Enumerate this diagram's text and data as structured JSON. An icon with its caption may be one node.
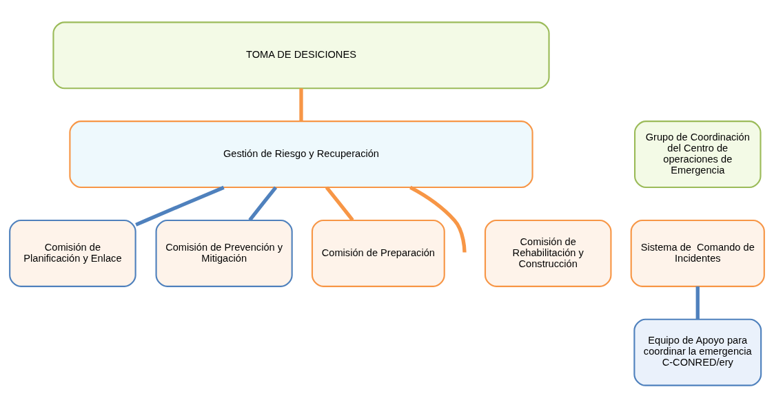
{
  "diagram": {
    "nodes": [
      {
        "text": [
          "TOMA DE DESICIONES"
        ]
      },
      {
        "text": [
          "Gestión de Riesgo y Recuperación"
        ]
      },
      {
        "text": [
          "Comisión de Planificación y Enlace"
        ]
      },
      {
        "text": [
          "Comisión de Prevención y Mitigación"
        ]
      },
      {
        "text": [
          "Comisión de Rehabilitación y Construcción"
        ]
      },
      {
        "text": [
          "Comisión de Preparación"
        ]
      },
      {
        "text": [
          "Grupo de Coordinación del Centro de operaciones de Emergencia"
        ]
      },
      {
        "text": [
          "Sistema de  Comando de Incidentes"
        ]
      },
      {
        "text": [
          "Equipo de Apoyo para coordinar la emergencia C-CONRED/ery"
        ]
      }
    ],
    "edges": [
      {
        "from": 0,
        "to": 1,
        "arrow": "none",
        "color": "#f79646"
      },
      {
        "from": 1,
        "to": 2,
        "arrow": "none",
        "color": "#4f81bd"
      },
      {
        "from": 1,
        "to": 3,
        "arrow": "none",
        "color": "#4f81bd"
      },
      {
        "from": 1,
        "to": 5,
        "arrow": "none",
        "color": "#f79646"
      },
      {
        "from": 1,
        "to": null,
        "arrow": "none",
        "color": "#f79646"
      },
      {
        "from": 7,
        "to": 8,
        "arrow": "none",
        "color": "#4f81bd"
      }
    ]
  }
}
